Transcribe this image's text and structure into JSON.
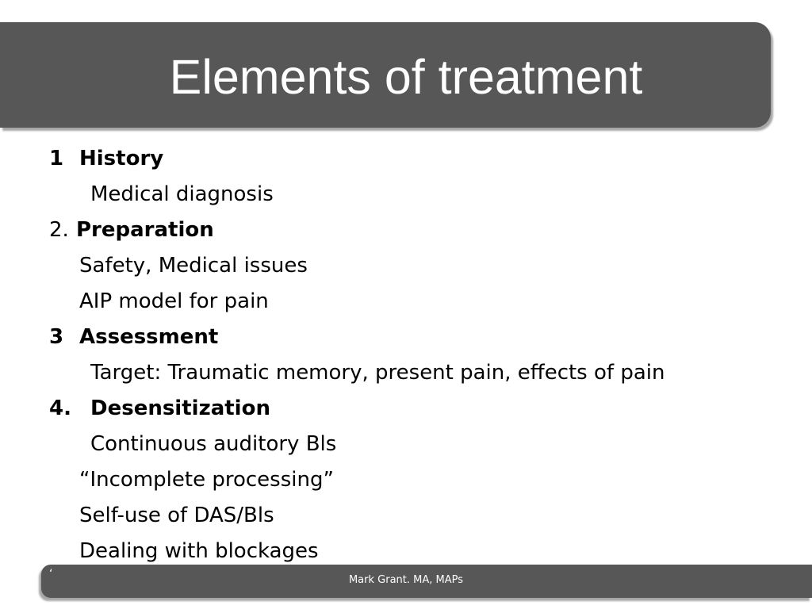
{
  "slide": {
    "title": "Elements of treatment",
    "items": [
      {
        "num": "1",
        "label": "History"
      },
      {
        "text": "Medical diagnosis"
      },
      {
        "num": "2.",
        "label": "Preparation"
      },
      {
        "text": "Safety, Medical issues"
      },
      {
        "text": "AIP model for pain"
      },
      {
        "num": "3",
        "label": "Assessment"
      },
      {
        "text": "Target: Traumatic memory, present pain, effects of pain"
      },
      {
        "num": "4.",
        "label": "Desensitization"
      },
      {
        "text": "Continuous auditory Bls"
      },
      {
        "text": "“Incomplete processing”"
      },
      {
        "text": "Self-use of DAS/Bls"
      },
      {
        "text": "Dealing with blockages"
      }
    ]
  },
  "footer": {
    "mark": "‘",
    "text": "Mark Grant. MA, MAPs"
  },
  "colors": {
    "bar": "#575757",
    "bar_text": "#ffffff",
    "body_text": "#000000"
  }
}
